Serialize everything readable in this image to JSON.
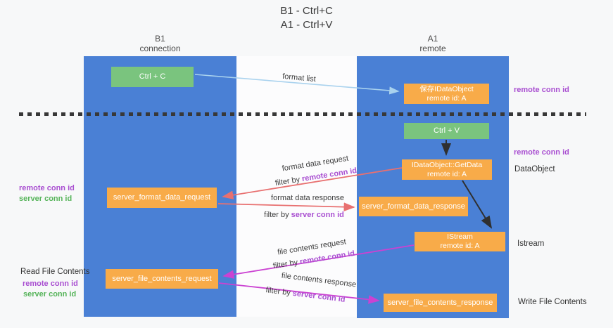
{
  "title": {
    "line1": "B1 - Ctrl+C",
    "line2": "A1 - Ctrl+V"
  },
  "lanes": {
    "left": {
      "title": "B1",
      "subtitle": "connection"
    },
    "right": {
      "title": "A1",
      "subtitle": "remote"
    }
  },
  "nodes": {
    "ctrl_c": {
      "label": "Ctrl + C"
    },
    "save_idataobject": {
      "line1": "保存IDataObject",
      "line2": "remote id: A"
    },
    "ctrl_v": {
      "label": "Ctrl + V"
    },
    "getdata": {
      "line1": "IDataObject::GetData",
      "line2": "remote id: A"
    },
    "format_request": {
      "label": "server_format_data_request"
    },
    "format_response": {
      "label": "server_format_data_response"
    },
    "istream": {
      "line1": "IStream",
      "line2": "remote id: A"
    },
    "file_request": {
      "label": "server_file_contents_request"
    },
    "file_response": {
      "label": "server_file_contents_response"
    }
  },
  "flow_labels": {
    "format_list": "format list",
    "format_data_request": "format data request",
    "format_data_response": "format data response",
    "file_contents_request": "file contents request",
    "file_contents_response": "file contents response",
    "filter_by": "filter by",
    "remote_conn_id": "remote conn id",
    "server_conn_id": "server conn id"
  },
  "annotations": {
    "remote_conn_id": "remote conn id",
    "server_conn_id": "server conn id",
    "data_object": "DataObject",
    "istream": "Istream",
    "read_file_contents": "Read File Contents",
    "write_file_contents": "Write File Contents"
  },
  "colors": {
    "lane_blue": "#4a80d5",
    "box_orange": "#f8ab49",
    "box_green": "#7ac47e",
    "arrow_red": "#e87070",
    "arrow_magenta": "#cb42d2",
    "arrow_lightblue": "#a9d2ee",
    "arrow_black": "#2f2f2f",
    "text_purple": "#a94fd1",
    "text_green": "#56b45a",
    "dash_line": "#383838"
  }
}
